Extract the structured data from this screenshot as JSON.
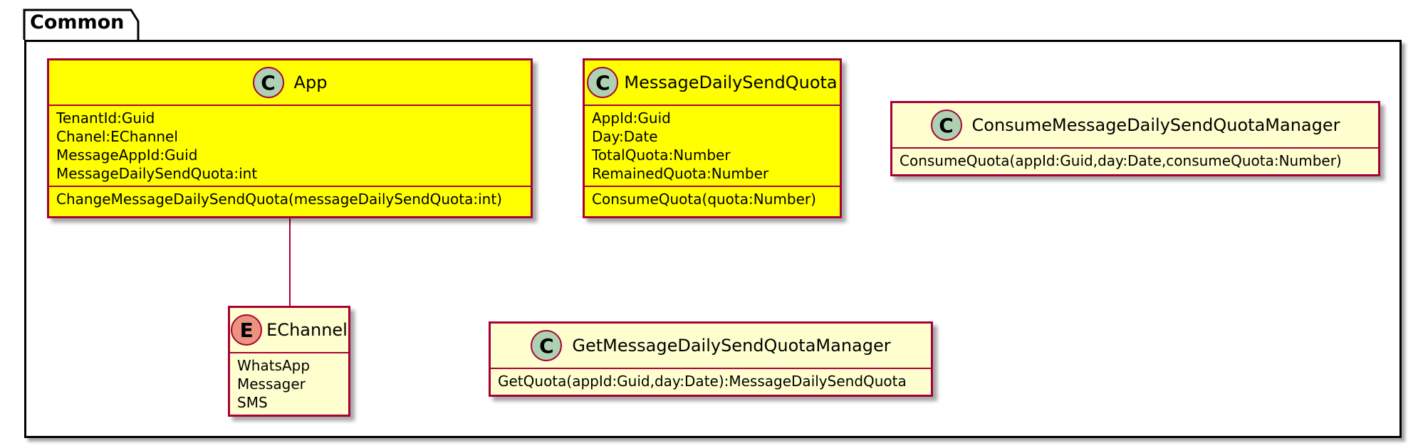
{
  "package": {
    "name": "Common"
  },
  "classes": {
    "app": {
      "name": "App",
      "stereotype": "C",
      "fields": [
        "TenantId:Guid",
        "Chanel:EChannel",
        "MessageAppId:Guid",
        "MessageDailySendQuota:int"
      ],
      "methods": [
        "ChangeMessageDailySendQuota(messageDailySendQuota:int)"
      ]
    },
    "quota": {
      "name": "MessageDailySendQuota",
      "stereotype": "C",
      "fields": [
        "AppId:Guid",
        "Day:Date",
        "TotalQuota:Number",
        "RemainedQuota:Number"
      ],
      "methods": [
        "ConsumeQuota(quota:Number)"
      ]
    },
    "consume_manager": {
      "name": "ConsumeMessageDailySendQuotaManager",
      "stereotype": "C",
      "methods": [
        "ConsumeQuota(appId:Guid,day:Date,consumeQuota:Number)"
      ]
    },
    "get_manager": {
      "name": "GetMessageDailySendQuotaManager",
      "stereotype": "C",
      "methods": [
        "GetQuota(appId:Guid,day:Date):MessageDailySendQuota"
      ]
    },
    "echannel": {
      "name": "EChannel",
      "stereotype": "E",
      "values": [
        "WhatsApp",
        "Messager",
        "SMS"
      ]
    }
  },
  "colors": {
    "border": "#a80036",
    "highlight": "#ffff00",
    "default_fill": "#fefece",
    "class_badge": "#add1b2",
    "enum_badge": "#eb937f"
  }
}
